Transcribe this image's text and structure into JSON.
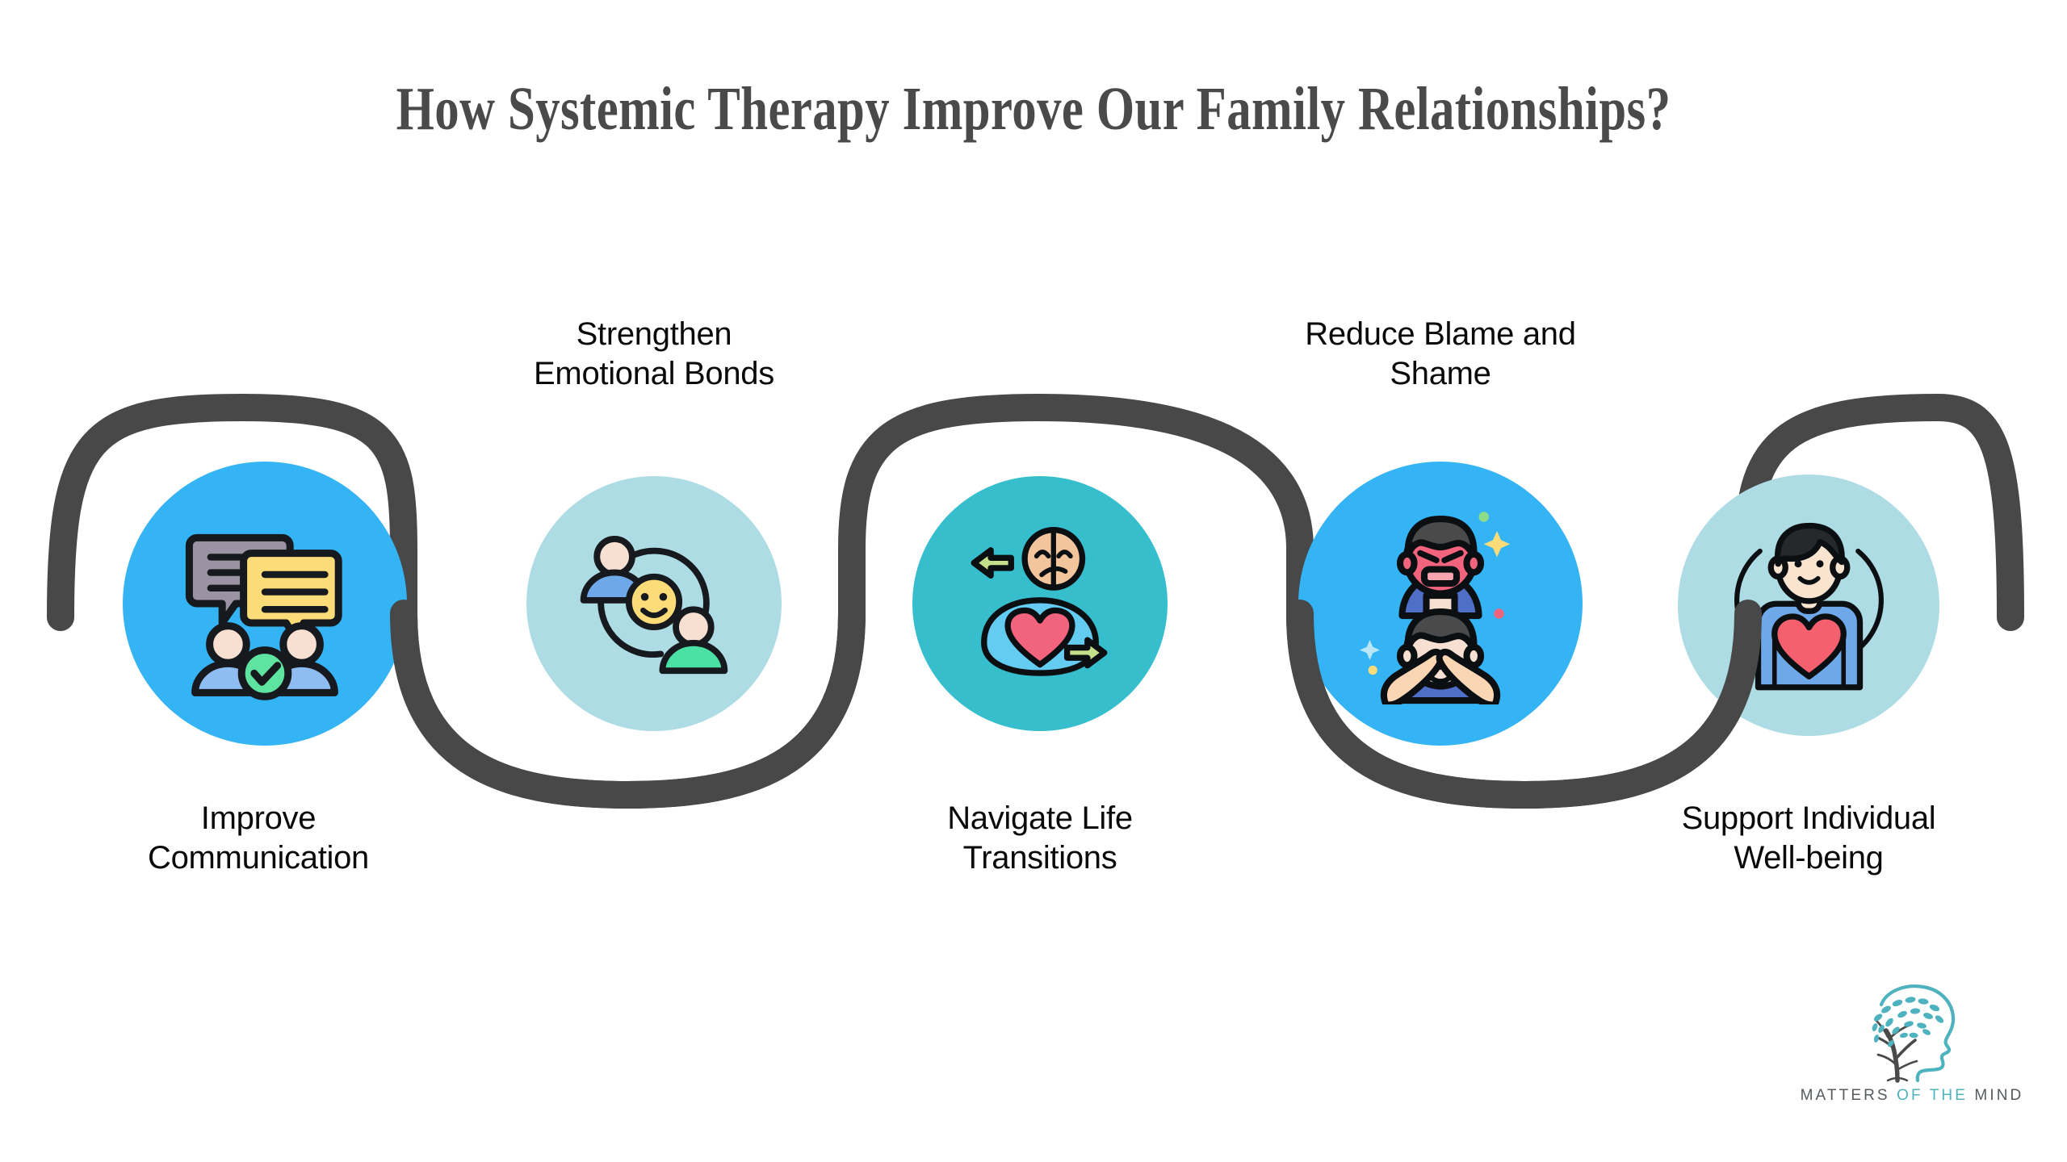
{
  "title": "How Systemic Therapy Improve Our Family Relationships?",
  "wave": {
    "color": "#484848",
    "stroke_width": 34
  },
  "background_color": "#ffffff",
  "title_color": "#4a4a4a",
  "nodes": [
    {
      "label_line1": "Improve",
      "label_line2": "Communication",
      "label_position": "below",
      "circle_color": "#35B4F5",
      "icon": "speech-bubbles-people-check-icon",
      "icon_description": "Two speech bubbles above two people with a green check badge"
    },
    {
      "label_line1": "Strengthen",
      "label_line2": "Emotional Bonds",
      "label_position": "above",
      "circle_color": "#AEDCE4",
      "icon": "two-people-circular-bond-smiley-icon",
      "icon_description": "Two avatars linked by circular arrows around a yellow smiley"
    },
    {
      "label_line1": "Navigate Life",
      "label_line2": "Transitions",
      "label_position": "below",
      "circle_color": "#37BECC",
      "icon": "split-face-heart-arrows-icon",
      "icon_description": "Split sad/happy face with left arrow, blue blob with heart and right arrow"
    },
    {
      "label_line1": "Reduce Blame and",
      "label_line2": "Shame",
      "label_position": "above",
      "circle_color": "#35B4F5",
      "icon": "angry-person-ashamed-person-icon",
      "icon_description": "Angry red-faced person above a person covering face in shame"
    },
    {
      "label_line1": "Support Individual",
      "label_line2": "Well-being",
      "label_position": "below",
      "circle_color": "#AEDCE4",
      "icon": "person-with-heart-arcs-icon",
      "icon_description": "Smiling person in blue shirt with red heart, flanked by arcs"
    }
  ],
  "logo": {
    "word1": "MATTERS",
    "word2": "OF THE",
    "word3": "MIND",
    "mark": "head-profile-tree-logo",
    "teal": "#4fb3bf",
    "dark": "#555b5e"
  }
}
